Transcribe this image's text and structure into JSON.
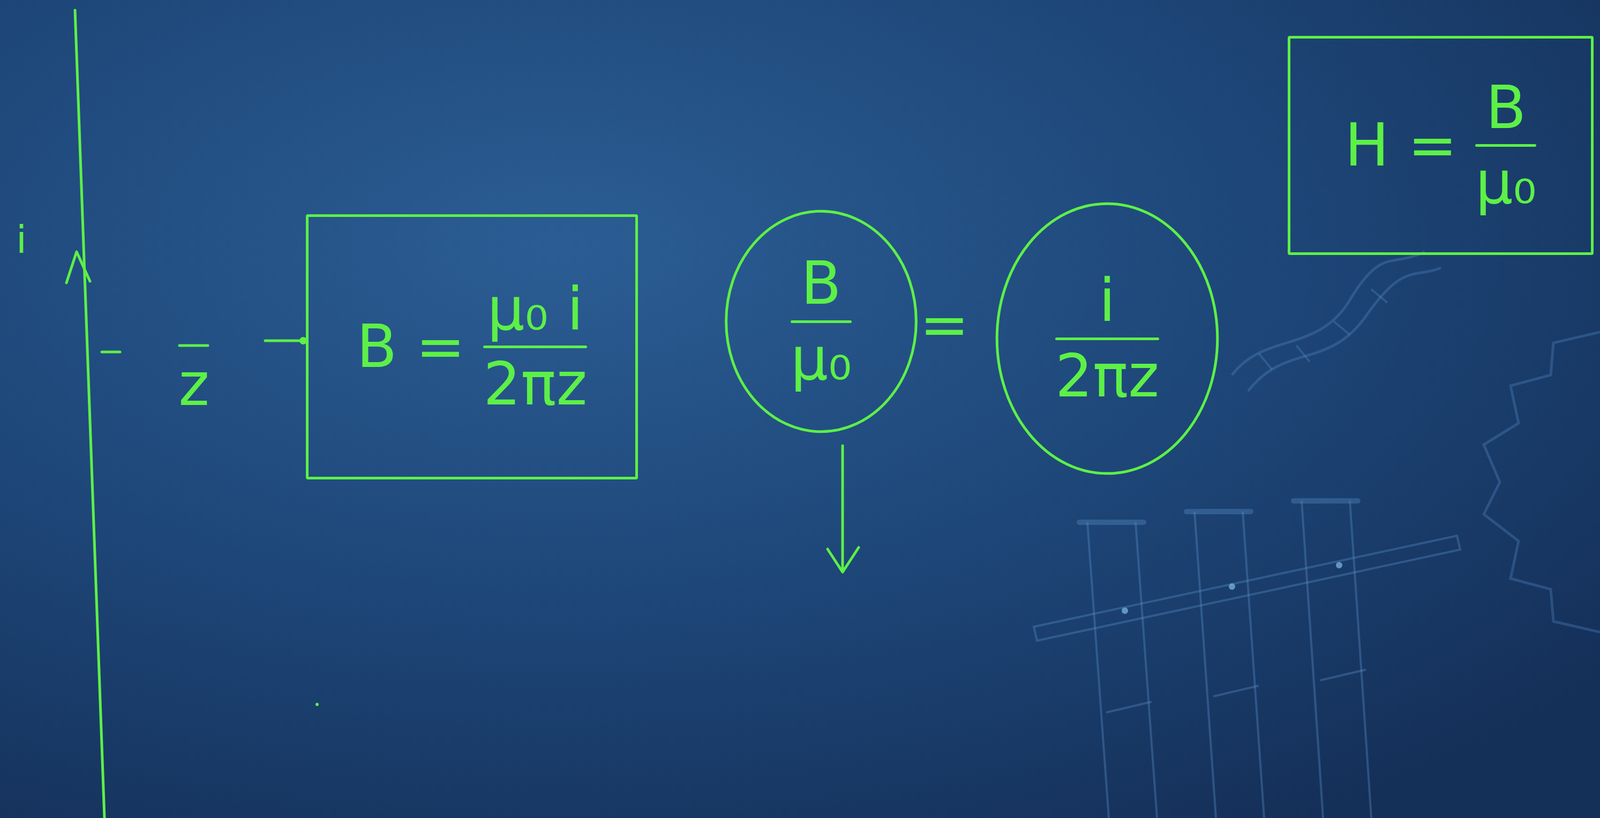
{
  "diagram": {
    "nodes": [
      {
        "text": [
          "B =",
          "μ₀ i",
          "2πz"
        ]
      },
      {
        "text": [
          "B",
          "μ₀"
        ]
      },
      {
        "text": [
          "i",
          "2πz"
        ]
      },
      {
        "text": [
          "H =",
          "B",
          "μ₀"
        ]
      }
    ],
    "labels": [
      "i",
      "z",
      "="
    ]
  }
}
